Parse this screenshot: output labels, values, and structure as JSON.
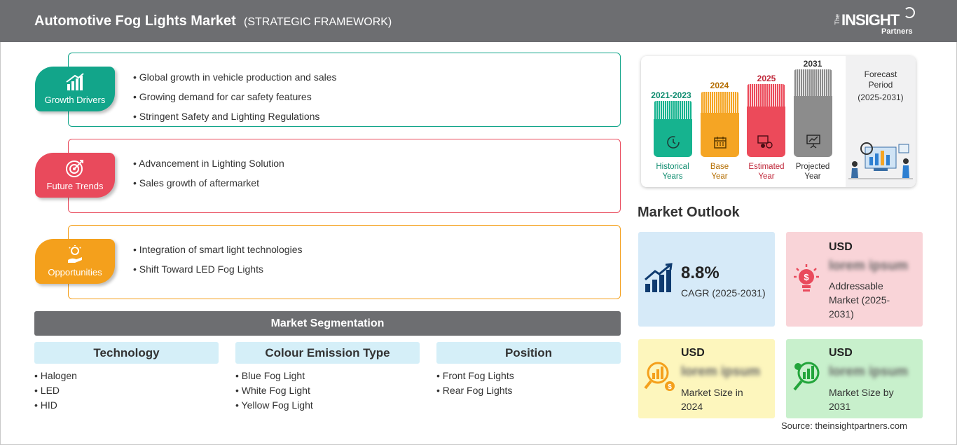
{
  "header": {
    "title": "Automotive Fog Lights Market",
    "subtitle": "(STRATEGIC FRAMEWORK)",
    "logo_the": "The",
    "logo_insight": "INSIGHT",
    "logo_partners": "Partners"
  },
  "framework": {
    "drivers": {
      "label": "Growth Drivers",
      "color": "#12a58a",
      "items": [
        "Global growth in vehicle production and sales",
        "Growing demand for car safety features",
        "Stringent Safety and Lighting Regulations"
      ]
    },
    "trends": {
      "label": "Future Trends",
      "color": "#e94a5c",
      "items": [
        "Advancement in Lighting Solution",
        "Sales growth of aftermarket"
      ]
    },
    "opportunities": {
      "label": "Opportunities",
      "color": "#f4a01c",
      "items": [
        "Integration of smart light technologies",
        "Shift Toward LED Fog Lights"
      ]
    }
  },
  "segmentation": {
    "title": "Market Segmentation",
    "columns": [
      {
        "heading": "Technology",
        "items": [
          "Halogen",
          "LED",
          "HID"
        ]
      },
      {
        "heading": "Colour Emission Type",
        "items": [
          "Blue Fog Light",
          "White Fog Light",
          "Yellow Fog Light"
        ]
      },
      {
        "heading": "Position",
        "items": [
          "Front Fog Lights",
          "Rear Fog Lights"
        ]
      }
    ]
  },
  "timeline": {
    "bars": [
      {
        "year": "2021-2023",
        "label1": "Historical",
        "label2": "Years",
        "color": "#16b38f",
        "text_color": "#0e8c6f"
      },
      {
        "year": "2024",
        "label1": "Base",
        "label2": "Year",
        "color": "#f5a524",
        "text_color": "#b46d00"
      },
      {
        "year": "2025",
        "label1": "Estimated",
        "label2": "Year",
        "color": "#ec4a5a",
        "text_color": "#c0283a"
      },
      {
        "year": "2031",
        "label1": "Projected",
        "label2": "Year",
        "color": "#8c8c8c",
        "text_color": "#333333"
      }
    ],
    "forecast_title_1": "Forecast",
    "forecast_title_2": "Period",
    "forecast_range": "(2025-2031)"
  },
  "outlook": {
    "title": "Market Outlook",
    "cagr_value": "8.8%",
    "cagr_label": "CAGR (2025-2031)",
    "addressable": {
      "currency": "USD",
      "value": "lorem ipsum",
      "desc1": "Addressable",
      "desc2": "Market (2025-",
      "desc3": "2031)"
    },
    "size2024": {
      "currency": "USD",
      "value": "lorem ipsum",
      "desc1": "Market Size in",
      "desc2": "2024"
    },
    "size2031": {
      "currency": "USD",
      "value": "lorem ipsum",
      "desc1": "Market Size by",
      "desc2": "2031"
    },
    "colors": {
      "cagr_bg": "#d6eaf8",
      "addressable_bg": "#f9d4d8",
      "size2024_bg": "#fdf6bd",
      "size2031_bg": "#c8f0cc"
    }
  },
  "source": "Source: theinsightpartners.com"
}
